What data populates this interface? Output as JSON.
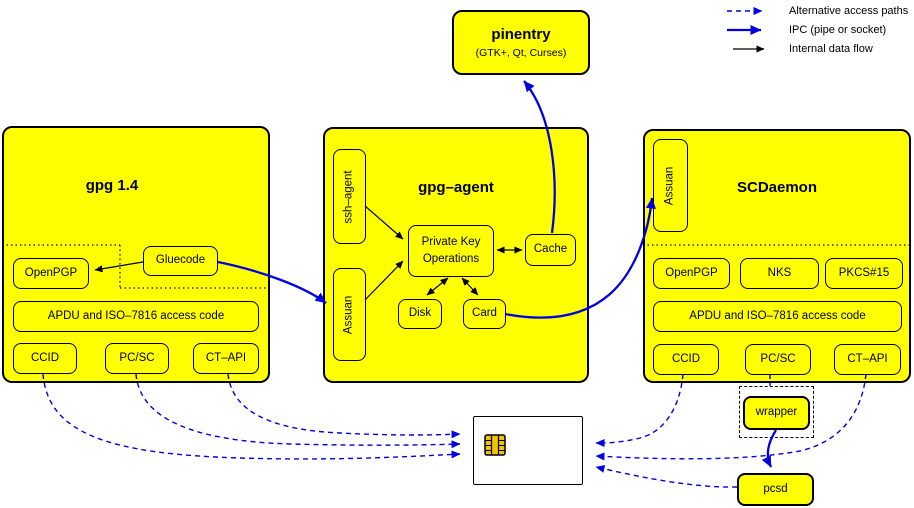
{
  "legend": {
    "alt_label": "Alternative access paths",
    "ipc_label": "IPC (pipe or socket)",
    "internal_label": "Internal data flow"
  },
  "pinentry": {
    "title": "pinentry",
    "subtitle": "(GTK+, Qt, Curses)"
  },
  "gpg14": {
    "title": "gpg 1.4",
    "openpgp": "OpenPGP",
    "gluecode": "Gluecode",
    "apdu": "APDU and ISO–7816 access code",
    "ccid": "CCID",
    "pcsc": "PC/SC",
    "ctapi": "CT–API"
  },
  "gpg_agent": {
    "title": "gpg–agent",
    "ssh_agent": "ssh–agent",
    "assuan": "Assuan",
    "pko_line1": "Private Key",
    "pko_line2": "Operations",
    "cache": "Cache",
    "disk": "Disk",
    "card": "Card"
  },
  "scdaemon": {
    "title": "SCDaemon",
    "assuan": "Assuan",
    "openpgp": "OpenPGP",
    "nks": "NKS",
    "pkcs15": "PKCS#15",
    "apdu": "APDU and ISO–7816 access code",
    "ccid": "CCID",
    "pcsc": "PC/SC",
    "ctapi": "CT–API"
  },
  "bottom": {
    "wrapper": "wrapper",
    "pcsd": "pcsd"
  },
  "colors": {
    "box_fill": "#ffff00",
    "arrow_blue": "#0000e0",
    "line_black": "#000000",
    "chip_gold": "#eec207",
    "card_fill": "#ffffff"
  }
}
